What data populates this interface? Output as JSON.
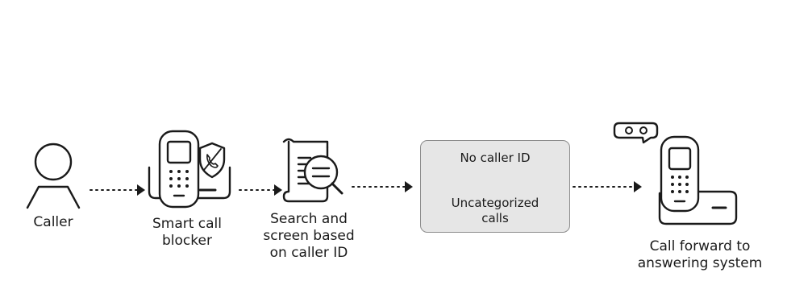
{
  "nodes": {
    "caller": {
      "label": "Caller"
    },
    "blocker": {
      "label_line1": "Smart call",
      "label_line2": "blocker"
    },
    "search": {
      "label_line1": "Search and",
      "label_line2": "screen based",
      "label_line3": "on caller ID"
    },
    "box": {
      "line1": "No caller ID",
      "line2": "Uncategorized",
      "line3": "calls"
    },
    "forward": {
      "label_line1": "Call forward to",
      "label_line2": "answering system"
    }
  },
  "icons": [
    "person-icon",
    "cordless-phone-icon",
    "shield-phone-icon",
    "document-search-icon",
    "speech-bubble-icon",
    "answering-machine-icon"
  ],
  "colors": {
    "stroke": "#1a1a1a",
    "box_fill": "#e6e6e6",
    "box_border": "#8c8c8c"
  }
}
